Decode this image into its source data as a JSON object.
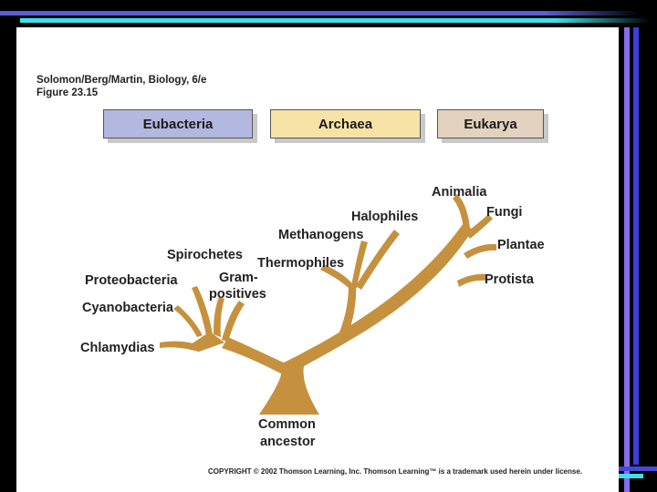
{
  "caption": {
    "line1": "Solomon/Berg/Martin, Biology, 6/e",
    "line2": "Figure 23.15"
  },
  "domains": [
    {
      "label": "Eubacteria",
      "color": "#b3b8e0"
    },
    {
      "label": "Archaea",
      "color": "#f7e3a6"
    },
    {
      "label": "Eukarya",
      "color": "#e2d2be"
    }
  ],
  "tree": {
    "branch_color": "#c6913f",
    "labels": {
      "animalia": "Animalia",
      "fungi": "Fungi",
      "plantae": "Plantae",
      "protista": "Protista",
      "halophiles": "Halophiles",
      "methanogens": "Methanogens",
      "thermophiles": "Thermophiles",
      "spirochetes": "Spirochetes",
      "proteobacteria": "Proteobacteria",
      "gram_line1": "Gram-",
      "gram_line2": "positives",
      "cyanobacteria": "Cyanobacteria",
      "chlamydias": "Chlamydias",
      "root_line1": "Common",
      "root_line2": "ancestor"
    }
  },
  "copyright": "COPYRIGHT © 2002 Thomson Learning, Inc. Thomson Learning™ is a trademark used herein under license."
}
